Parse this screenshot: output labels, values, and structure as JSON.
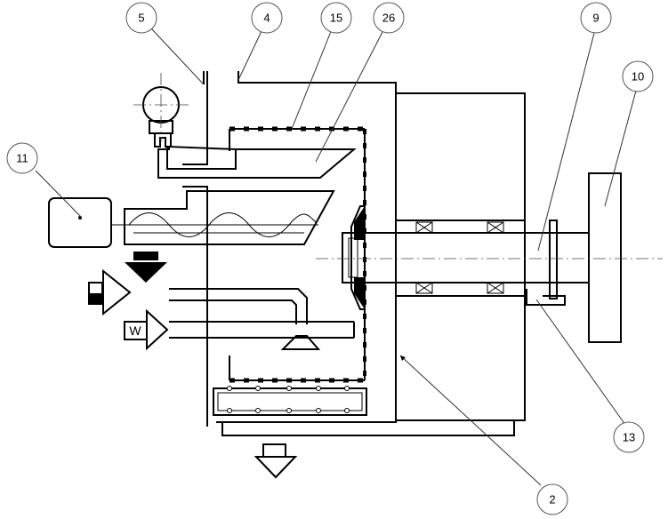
{
  "callouts": [
    {
      "id": "c5",
      "label": "5"
    },
    {
      "id": "c4",
      "label": "4"
    },
    {
      "id": "c15",
      "label": "15"
    },
    {
      "id": "c26",
      "label": "26"
    },
    {
      "id": "c9",
      "label": "9"
    },
    {
      "id": "c10",
      "label": "10"
    },
    {
      "id": "c11",
      "label": "11"
    },
    {
      "id": "c13",
      "label": "13"
    },
    {
      "id": "c2",
      "label": "2"
    }
  ],
  "inlet_labels": {
    "water": "W"
  },
  "colors": {
    "line": "#000000",
    "background": "#ffffff",
    "callout_border": "#555555"
  }
}
